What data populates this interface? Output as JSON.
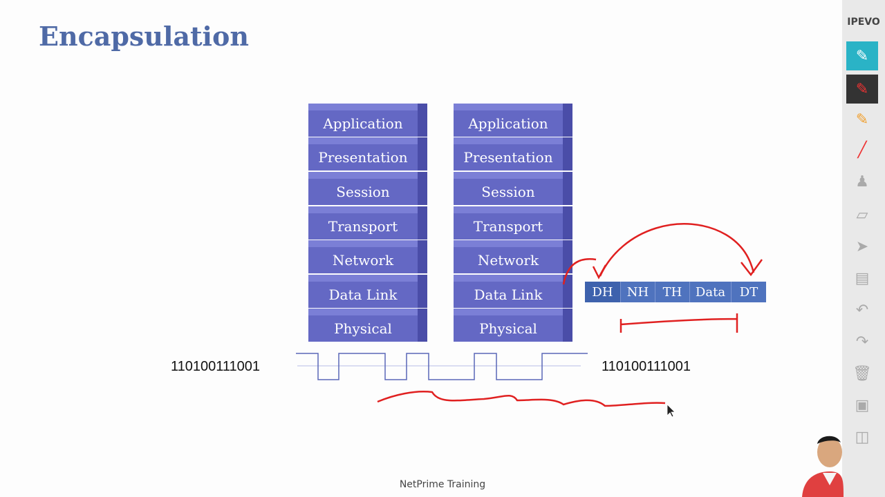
{
  "title": "Encapsulation",
  "stacks": {
    "left": [
      "Application",
      "Presentation",
      "Session",
      "Transport",
      "Network",
      "Data Link",
      "Physical"
    ],
    "right": [
      "Application",
      "Presentation",
      "Session",
      "Transport",
      "Network",
      "Data Link",
      "Physical"
    ]
  },
  "bits_left": "110100111001",
  "bits_right": "110100111001",
  "frame": [
    "DH",
    "NH",
    "TH",
    "Data",
    "DT"
  ],
  "footer": "NetPrime Training",
  "toolbar": {
    "logo": "IPEVO"
  },
  "colors": {
    "title": "#4f6aa6",
    "layer": "#6468c4",
    "frame": "#4f73be",
    "annotation": "#e02020",
    "toolbar_active": "#2ab3c6"
  }
}
